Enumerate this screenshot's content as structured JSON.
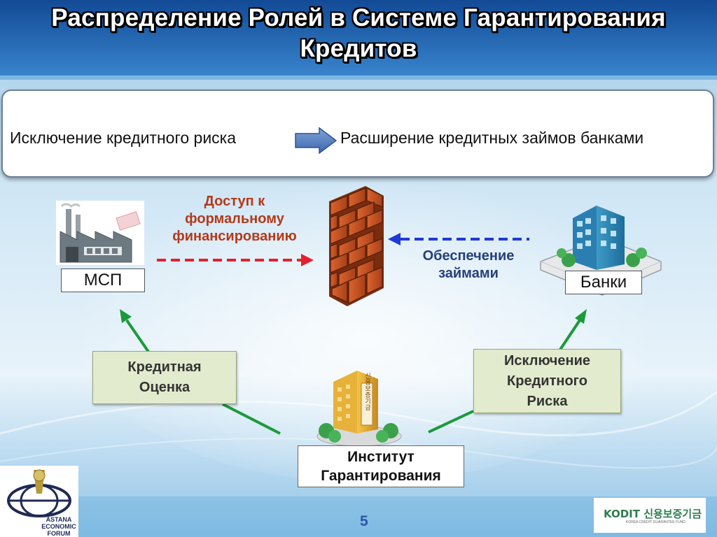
{
  "title": {
    "line1": "Распределение Ролей в Системе Гарантирования",
    "line2": "Кредитов"
  },
  "banner": {
    "left_text": "Исключение кредитного риска",
    "right_text": "Расширение кредитных займов банками"
  },
  "nodes": {
    "msp_label": "МСП",
    "banks_label": "Банки",
    "access_text": [
      "Доступ к",
      "формальному",
      "финансированию"
    ],
    "loan_security_text": [
      "Обеспечение",
      "займами"
    ],
    "credit_assessment": [
      "Кредитная",
      "Оценка"
    ],
    "risk_exclusion": [
      "Исключение",
      "Кредитного",
      "Риска"
    ],
    "institute": [
      "Институт",
      "Гарантирования"
    ],
    "institute_building_sign": "신용보증기금"
  },
  "footer": {
    "page_number": "5",
    "astana_logo": [
      "ASTANA",
      "ECONOMIC",
      "FORUM"
    ],
    "kodit_logo": "KODIT 신용보증기금",
    "kodit_subtitle": "KOREA CREDIT GUARANTEE FUND"
  },
  "colors": {
    "title_bar": "#1a5ba8",
    "background_light": "#d3e9f6",
    "red_arrow": "#e4202f",
    "blue_arrow": "#1d3ad6",
    "green_arrow": "#1a9a3a",
    "brick": "#c4521f",
    "green_box": "#e2ebcd"
  }
}
